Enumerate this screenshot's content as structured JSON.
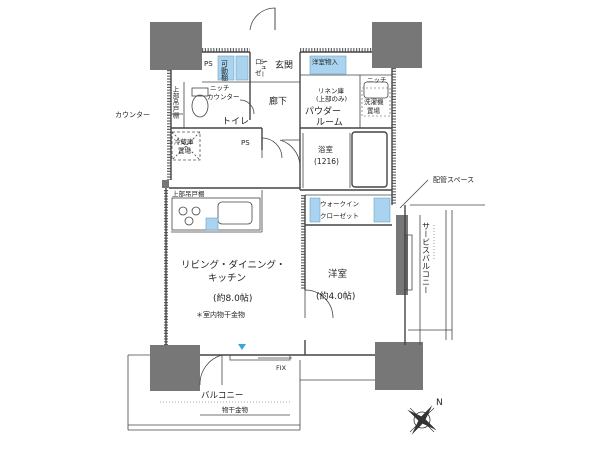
{
  "plan": {
    "rooms": {
      "ldk": "リビング・ダイニング・",
      "ldk2": "キッチン",
      "ldk_size": "(約8.0帖)",
      "ldk_note": "＊室内物干金物",
      "western": "洋室",
      "western_size": "(約4.0帖)",
      "toilet": "トイレ",
      "powder": "パウダー",
      "powder2": "ルーム",
      "bath": "浴室",
      "bath_size": "(1216)",
      "hall": "廊下",
      "entrance": "玄関"
    },
    "storage": {
      "movable_shelf": "可動棚",
      "shoe_cabinet1": "シュー",
      "shoe_cabinet2": "ズ",
      "shoe_cabinet3": "ロー",
      "shoe_cabinet4": "ゼ",
      "western_storage": "洋室物入",
      "niche1": "ニッチ",
      "niche_counter": "ニッチ",
      "niche_counter2": "カウンター",
      "linen1": "リネン庫",
      "linen2": "(上部のみ)",
      "laundry1": "洗濯機",
      "laundry2": "置場",
      "walkin1": "ウォークイン",
      "walkin2": "クローゼット",
      "fridge1": "冷蔵庫",
      "fridge2": "置場",
      "upper_cabinet_left": "上部吊戸棚",
      "upper_cabinet_kitchen": "上部吊戸棚"
    },
    "labels": {
      "ps1": "PS",
      "ps2": "PS",
      "counter": "カウンター",
      "pipe_space": "配管スペース",
      "service_balcony": "サービスバルコニー",
      "balcony": "バルコニー",
      "fix": "FIX",
      "drying": "物干金物",
      "north": "N"
    }
  }
}
